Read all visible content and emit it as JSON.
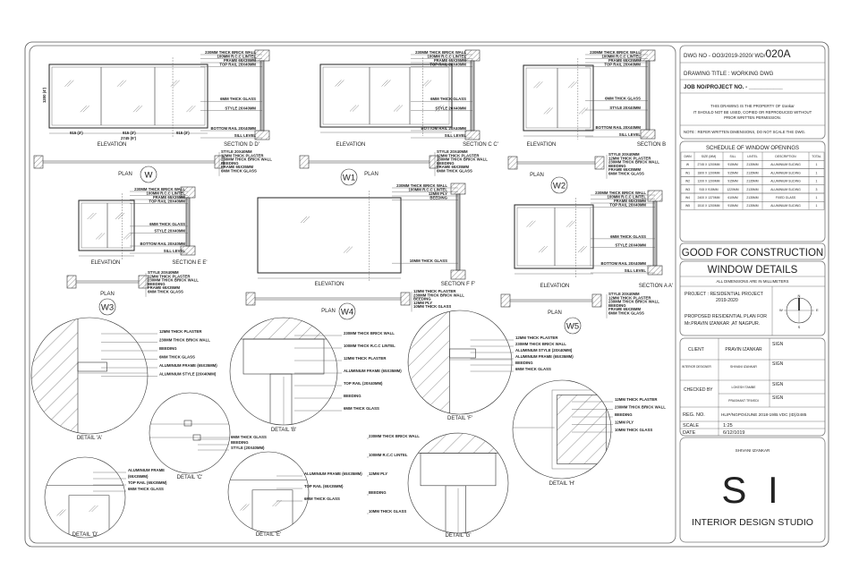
{
  "title_block": {
    "dwg_no_prefix": "DWG NO - OO3/2019-2020/ WD/",
    "dwg_no_suffix": "020A",
    "drawing_title": "DRAWING TITLE : WORKING DWG",
    "job_no": "JOB NO/PROJECT NO. - ___________",
    "property_line1": "THIS DRAWING IS THE PROPERTY OF Izankar",
    "property_line2": "IT SHOULD NOT BE USED, COPIED OR REPRODUCED  WITHOUT",
    "property_line3": "PRIOR WRITTEN PERMISSION.",
    "note": "NOTE : REFER WRITTEN DIMENSIONS, DO NOT SCALE THE DWG.",
    "schedule": {
      "title": "SCHEDULE OF WINDOW OPENINGS",
      "headers": [
        "DWN",
        "SIZE (MM)",
        "SILL",
        "LINTEL",
        "DESCRIPTION",
        "TOTAL"
      ],
      "rows": [
        [
          "W",
          "2745 X 1200MM",
          "915MM",
          "2135MM",
          "ALUMINIUM SLIDING",
          "1"
        ],
        [
          "W1",
          "1800 X 1200MM",
          "915MM",
          "2135MM",
          "ALUMINIUM SLIDING",
          "1"
        ],
        [
          "W2",
          "1200 X 1200MM",
          "915MM",
          "2135MM",
          "ALUMINIUM SLIDING",
          "1"
        ],
        [
          "W3",
          "915 X 915MM",
          "1220MM",
          "2135MM",
          "ALUMINIUM SLIDING",
          "3"
        ],
        [
          "W4",
          "2400 X 1370MM",
          "610MM",
          "2135MM",
          "FIXED GLASS",
          "1"
        ],
        [
          "W5",
          "1510 X 1200MM",
          "915MM",
          "2135MM",
          "ALUMINIUM SLIDING",
          "1"
        ]
      ]
    },
    "good_for_construction": "GOOD FOR CONSTRUCTION",
    "window_details": "WINDOW DETAILS",
    "dimensions_note": "ALL DIMENSIONS ARE IN MILLIMETERS",
    "project_line1": "PROJECT : RESIDENTIAL PROJECT",
    "project_line2": "2019-2020",
    "project_line3": "PROPOSED RESIDENTIAL PLAN FOR",
    "project_line4": "Mr.PRAVIN IZANKAR ,AT  NAGPUR.",
    "compass": {
      "n": "N",
      "s": "S",
      "e": "E",
      "w": "W"
    },
    "client_label": "CLIENT",
    "client_value": "PRAVIN IZANKAR",
    "designer_label": "INTERIOR DESIGNER",
    "designer_value": "SHIVANI IZANKAR",
    "checked_label": "CHECKED BY",
    "checked_value1": "LOKESH TAMBE",
    "checked_value2": "PRASHANT TRIVEDI",
    "sign": "SIGN",
    "reg_label": "REG. NO.",
    "reg_value": "HLIP/NGPOI/JUNE 2018-19/B.VDC (ID)/2485",
    "scale_label": "SCALE",
    "scale_value": "1:25",
    "date_label": "DATE",
    "date_value": "6/12/1019",
    "studio_owner": "SHIVANI IZANKAR",
    "logo": "S  I",
    "studio_name": "INTERIOR DESIGN STUDIO"
  },
  "views": {
    "W": {
      "tag": "W",
      "elevation": "ELEVATION",
      "section": "SECTION D D'",
      "plan": "PLAN",
      "dims": [
        "915 (3')",
        "915 (3')",
        "915 (3')",
        "2745 (9')",
        "1200 (4')"
      ],
      "section_labels": [
        "230MM THICK BRICK WALL",
        "100MM R.C.C LINTEL",
        "FRAME 65X35MM",
        "TOP RAIL 20X40MM",
        "6MM THICK GLASS",
        "STYLE 20X40MM",
        "BOTTOM RAIL 20X40MM",
        "SILL LEVEL"
      ],
      "plan_labels": [
        "STYLE 20X40MM",
        "12MM THICK PLASTER",
        "230MM THICK BRICK WALL",
        "BEEDING",
        "FRAME 65X35MM",
        "6MM THICK GLASS"
      ]
    },
    "W1": {
      "tag": "W1",
      "elevation": "ELEVATION",
      "section": "SECTION C C'",
      "plan": "PLAN",
      "section_labels": [
        "230MM THICK BRICK WALL",
        "100MM R.C.C LINTEL",
        "FRAME 65X35MM",
        "TOP RAIL 20X40MM",
        "6MM THICK GLASS",
        "STYLE 20X40MM",
        "BOTTOM RAIL 20X40MM",
        "SILL LEVEL"
      ],
      "plan_labels": [
        "STYLE 20X40MM",
        "12MM THICK PLASTER",
        "230MM THICK BRICK WALL",
        "BEEDING",
        "FRAME 65X35MM",
        "6MM THICK GLASS"
      ]
    },
    "W2": {
      "tag": "W2",
      "elevation": "ELEVATION",
      "section": "SECTION B",
      "plan": "PLAN",
      "section_labels": [
        "230MM THICK BRICK WALL",
        "100MM R.C.C LINTEL",
        "FRAME 65X35MM",
        "TOP RAIL 20X40MM",
        "6MM THICK GLASS",
        "STYLE 20X40MM",
        "BOTTOM RAIL 20X40MM",
        "SILL LEVEL"
      ],
      "plan_labels": [
        "STYLE 20X40MM",
        "12MM THICK PLASTER",
        "230MM THICK BRICK WALL",
        "BEEDING",
        "FRAME 65X35MM",
        "6MM THICK GLASS"
      ]
    },
    "W3": {
      "tag": "W3",
      "elevation": "ELEVATION",
      "section": "SECTION E E'",
      "plan": "PLAN",
      "section_labels": [
        "230MM THICK BRICK WALL",
        "100MM R.C.C LINTEL",
        "FRAME 65X35MM",
        "TOP RAIL 20X40MM",
        "6MM THICK GLASS",
        "STYLE 20X40MM",
        "BOTTOM RAIL 20X40MM",
        "SILL LEVEL"
      ],
      "plan_labels": [
        "STYLE 20X40MM",
        "12MM THICK PLASTER",
        "230MM THICK BRICK WALL",
        "BEEDING",
        "FRAME 65X35MM",
        "6MM THICK GLASS"
      ]
    },
    "W4": {
      "tag": "W4",
      "elevation": "ELEVATION",
      "section": "SECTION F F'",
      "plan": "PLAN",
      "section_labels": [
        "230MM THICK BRICK WALL",
        "100MM R.C.C LINTEL",
        "12MM PLY",
        "BEEDING",
        "10MM THICK GLASS"
      ],
      "plan_labels": [
        "12MM THICK PLASTER",
        "230MM THICK BRICK WALL",
        "BEEDING",
        "12MM PLY",
        "10MM THICK GLASS"
      ]
    },
    "W5": {
      "tag": "W5",
      "elevation": "ELEVATION",
      "section": "SECTION A A'",
      "plan": "PLAN",
      "section_labels": [
        "230MM THICK BRICK WALL",
        "100MM R.C.C LINTEL",
        "FRAME 65X35MM",
        "TOP RAIL 20X40MM",
        "6MM THICK GLASS",
        "STYLE 20X40MM",
        "BOTTOM RAIL 20X40MM",
        "SILL LEVEL"
      ],
      "plan_labels": [
        "STYLE 20X40MM",
        "12MM THICK PLASTER",
        "230MM THICK BRICK WALL",
        "BEEDING",
        "FRAME 65X35MM",
        "6MM THICK GLASS"
      ]
    }
  },
  "details": {
    "A": {
      "title": "DETAIL 'A'",
      "labels": [
        "12MM THICK PLASTER",
        "230MM THICK BRICK WALL",
        "BEEDING",
        "6MM THICK GLASS",
        "ALUMINIUM FRAME (65X35MM)",
        "ALUMINIUM STYLE (20X40MM)"
      ]
    },
    "B": {
      "title": "DETAIL 'B'",
      "labels": [
        "230MM THICK BRICK WALL",
        "100MM THICK R.C.C LINTEL",
        "12MM THICK PLASTER",
        "ALUMINIUM FRAME (65X35MM)",
        "TOP RAIL (20X40MM)",
        "BEEDING",
        "6MM THICK GLASS"
      ]
    },
    "C": {
      "title": "DETAIL 'C'",
      "labels": [
        "6MM THICK GLASS",
        "BEEDING",
        "STYLE (20X40MM)"
      ]
    },
    "D": {
      "title": "DETAIL 'D'",
      "labels": [
        "ALUMINIUM FRAME",
        "(65X35MM)",
        "TOP RAIL (65X35MM)",
        "6MM THICK GLASS"
      ]
    },
    "E": {
      "title": "DETAIL 'E'",
      "labels": [
        "ALUMINIUM FRAME (65X35MM)",
        "TOP RAIL (65X35MM)",
        "6MM THICK GLASS"
      ]
    },
    "F": {
      "title": "DETAIL 'F'",
      "labels": [
        "12MM THICK PLASTER",
        "230MM THICK BRICK WALL",
        "ALUMINIUM STYLE (20X40MM)",
        "ALUMINIUM FRAME (65X35MM)",
        "BEEDING",
        "6MM THICK GLASS"
      ]
    },
    "G": {
      "title": "DETAIL 'G'",
      "labels": [
        "230MM THICK BRICK WALL",
        "100MM R.C.C LINTEL",
        "12MM PLY",
        "BEEDING",
        "10MM THICK GLASS"
      ]
    },
    "H": {
      "title": "DETAIL 'H'",
      "labels": [
        "12MM THICK PLASTER",
        "230MM THICK BRICK WALL",
        "BEEDING",
        "12MM PLY",
        "10MM THICK GLASS"
      ]
    }
  }
}
